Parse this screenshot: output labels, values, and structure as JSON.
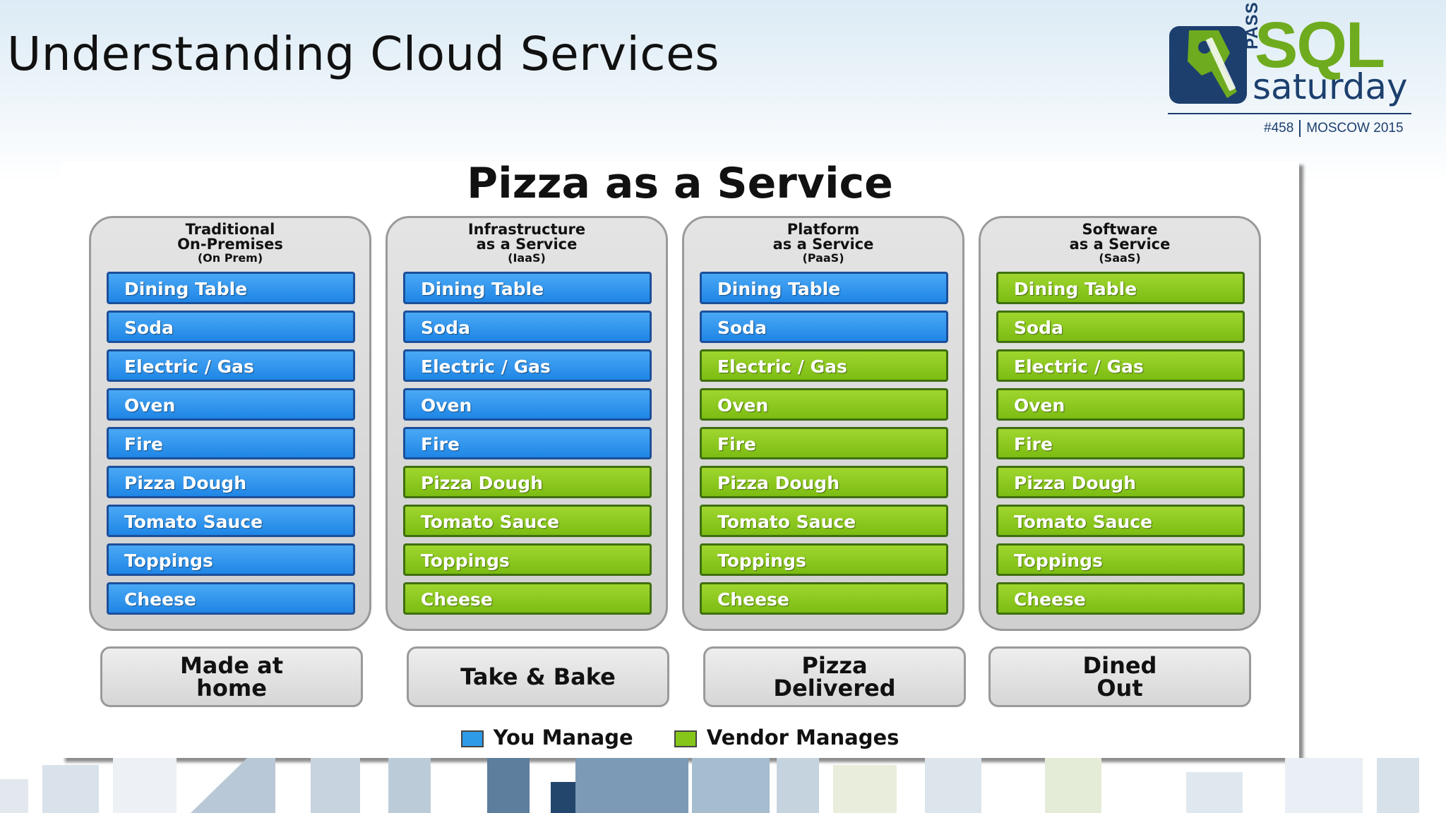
{
  "slide": {
    "title": "Understanding Cloud Services"
  },
  "logo": {
    "pass": "PASS",
    "sql": "SQL",
    "saturday": "saturday",
    "event_number": "#458",
    "event_place": "MOSCOW 2015"
  },
  "diagram": {
    "title": "Pizza as a Service",
    "colors": {
      "you_manage": "#2e9be8",
      "vendor_manages": "#86c61b"
    },
    "columns": [
      {
        "heading": [
          "Traditional",
          "On-Premises",
          "(On Prem)"
        ],
        "items": [
          {
            "label": "Dining Table",
            "managed_by": "you"
          },
          {
            "label": "Soda",
            "managed_by": "you"
          },
          {
            "label": "Electric / Gas",
            "managed_by": "you"
          },
          {
            "label": "Oven",
            "managed_by": "you"
          },
          {
            "label": "Fire",
            "managed_by": "you"
          },
          {
            "label": "Pizza Dough",
            "managed_by": "you"
          },
          {
            "label": "Tomato Sauce",
            "managed_by": "you"
          },
          {
            "label": "Toppings",
            "managed_by": "you"
          },
          {
            "label": "Cheese",
            "managed_by": "you"
          }
        ],
        "footer": [
          "Made at",
          "home"
        ]
      },
      {
        "heading": [
          "Infrastructure",
          "as a Service",
          "(IaaS)"
        ],
        "items": [
          {
            "label": "Dining Table",
            "managed_by": "you"
          },
          {
            "label": "Soda",
            "managed_by": "you"
          },
          {
            "label": "Electric / Gas",
            "managed_by": "you"
          },
          {
            "label": "Oven",
            "managed_by": "you"
          },
          {
            "label": "Fire",
            "managed_by": "you"
          },
          {
            "label": "Pizza Dough",
            "managed_by": "vendor"
          },
          {
            "label": "Tomato Sauce",
            "managed_by": "vendor"
          },
          {
            "label": "Toppings",
            "managed_by": "vendor"
          },
          {
            "label": "Cheese",
            "managed_by": "vendor"
          }
        ],
        "footer": [
          "Take & Bake"
        ]
      },
      {
        "heading": [
          "Platform",
          "as a Service",
          "(PaaS)"
        ],
        "items": [
          {
            "label": "Dining Table",
            "managed_by": "you"
          },
          {
            "label": "Soda",
            "managed_by": "you"
          },
          {
            "label": "Electric / Gas",
            "managed_by": "vendor"
          },
          {
            "label": "Oven",
            "managed_by": "vendor"
          },
          {
            "label": "Fire",
            "managed_by": "vendor"
          },
          {
            "label": "Pizza Dough",
            "managed_by": "vendor"
          },
          {
            "label": "Tomato Sauce",
            "managed_by": "vendor"
          },
          {
            "label": "Toppings",
            "managed_by": "vendor"
          },
          {
            "label": "Cheese",
            "managed_by": "vendor"
          }
        ],
        "footer": [
          "Pizza",
          "Delivered"
        ]
      },
      {
        "heading": [
          "Software",
          "as a Service",
          "(SaaS)"
        ],
        "items": [
          {
            "label": "Dining Table",
            "managed_by": "vendor"
          },
          {
            "label": "Soda",
            "managed_by": "vendor"
          },
          {
            "label": "Electric / Gas",
            "managed_by": "vendor"
          },
          {
            "label": "Oven",
            "managed_by": "vendor"
          },
          {
            "label": "Fire",
            "managed_by": "vendor"
          },
          {
            "label": "Pizza Dough",
            "managed_by": "vendor"
          },
          {
            "label": "Tomato Sauce",
            "managed_by": "vendor"
          },
          {
            "label": "Toppings",
            "managed_by": "vendor"
          },
          {
            "label": "Cheese",
            "managed_by": "vendor"
          }
        ],
        "footer": [
          "Dined",
          "Out"
        ]
      }
    ],
    "legend": {
      "you_manage": "You Manage",
      "vendor_manages": "Vendor Manages"
    }
  }
}
